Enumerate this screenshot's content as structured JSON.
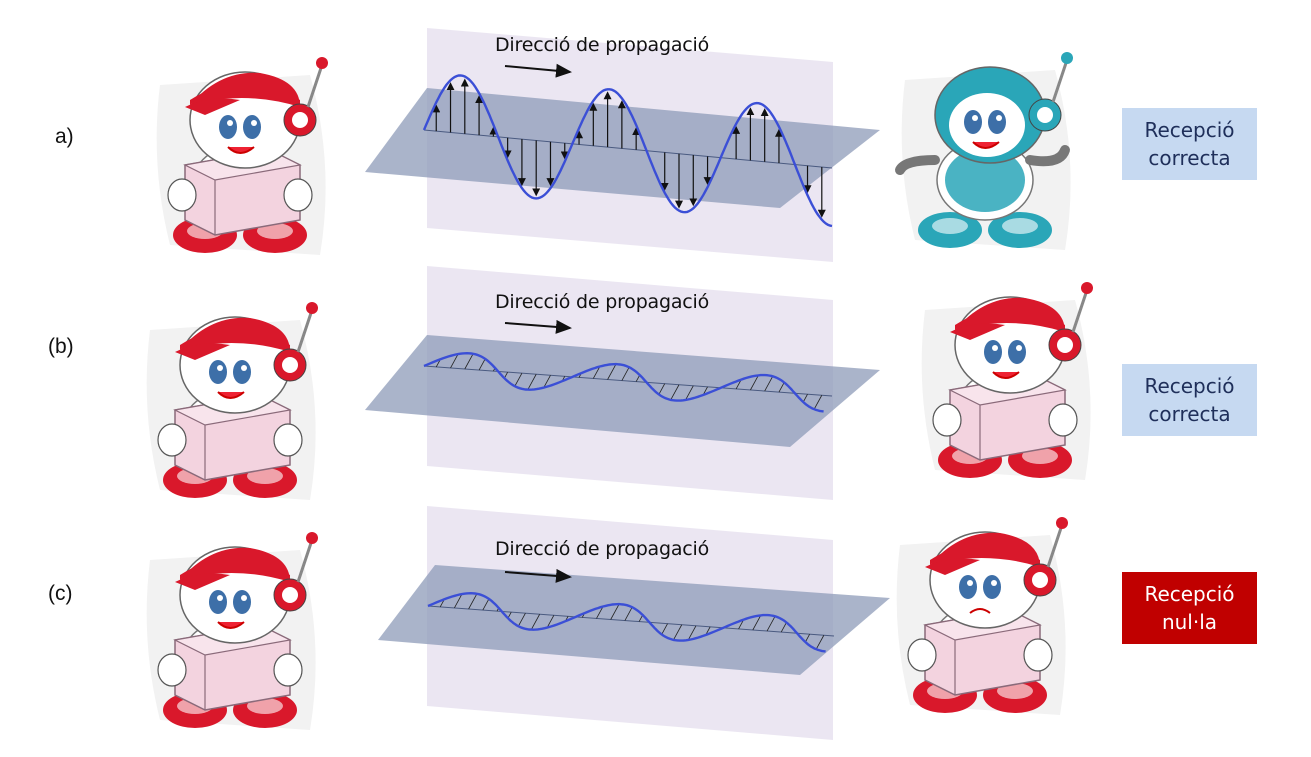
{
  "rows": [
    {
      "label": "a)",
      "direction_label": "Direcció de propagació",
      "wave_orientation": "vertical",
      "receiver": "blue-robot-receiver",
      "result": "Recepció\ncorrecta",
      "result_status": "correct"
    },
    {
      "label": "(b)",
      "direction_label": "Direcció de propagació",
      "wave_orientation": "horizontal",
      "receiver": "red-robot-receiver",
      "result": "Recepció\ncorrecta",
      "result_status": "correct"
    },
    {
      "label": "(c)",
      "direction_label": "Direcció de propagació",
      "wave_orientation": "horizontal",
      "receiver": "red-robot-sad-receiver",
      "result": "Recepció\nnul·la",
      "result_status": "null"
    }
  ],
  "colors": {
    "correct_box_bg": "#c6d9f1",
    "correct_box_text": "#1f2f5a",
    "null_box_bg": "#c00000",
    "null_box_text": "#ffffff",
    "vertical_plane": "#e8e2f0",
    "horizontal_plane": "#8d9bb8",
    "wave": "#3b4fd6",
    "robot_red": "#d9182b",
    "robot_teal": "#2aa6b8",
    "box_pink": "#f3d3df"
  }
}
